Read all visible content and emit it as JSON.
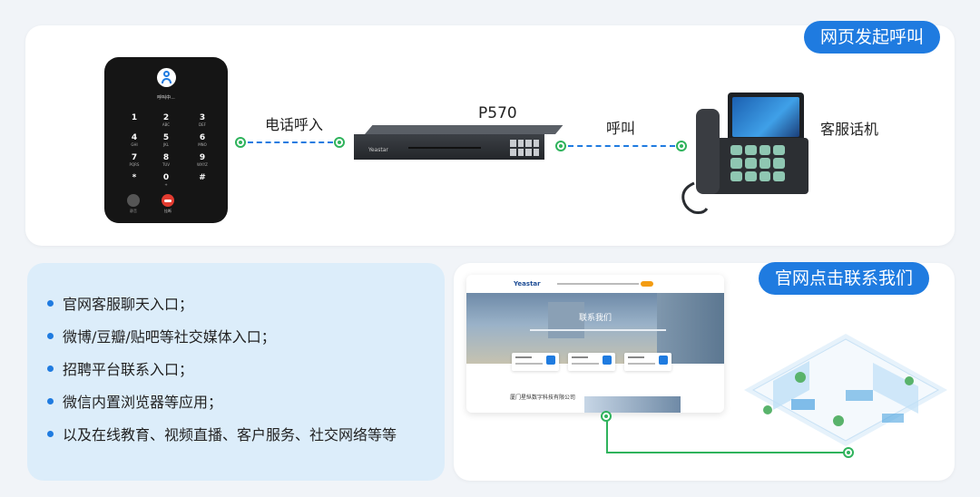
{
  "top": {
    "tag": "网页发起呼叫",
    "label_call_in": "电话呼入",
    "device_name": "P570",
    "label_call": "呼叫",
    "label_agent_phone": "客服话机"
  },
  "phone_screen": {
    "status": "呼叫中...",
    "keys": [
      {
        "n": "1",
        "s": ""
      },
      {
        "n": "2",
        "s": "ABC"
      },
      {
        "n": "3",
        "s": "DEF"
      },
      {
        "n": "4",
        "s": "GHI"
      },
      {
        "n": "5",
        "s": "JKL"
      },
      {
        "n": "6",
        "s": "MNO"
      },
      {
        "n": "7",
        "s": "PQRS"
      },
      {
        "n": "8",
        "s": "TUV"
      },
      {
        "n": "9",
        "s": "WXYZ"
      },
      {
        "n": "*",
        "s": ""
      },
      {
        "n": "0",
        "s": "+"
      },
      {
        "n": "#",
        "s": ""
      }
    ],
    "left_action": "静音",
    "hangup": "挂断"
  },
  "device": {
    "brand": "Yeastar"
  },
  "bullets": [
    "官网客服聊天入口；",
    "微博/豆瓣/贴吧等社交媒体入口；",
    "招聘平台联系入口；",
    "微信内置浏览器等应用；",
    "以及在线教育、视频直播、客户服务、社交网络等等"
  ],
  "bottom": {
    "tag": "官网点击联系我们",
    "web_logo": "Yeastar",
    "web_hero_title": "联系我们",
    "web_company": "厦门星纵数字科技有限公司"
  },
  "colors": {
    "accent": "#1f7be0",
    "node": "#2fb35c",
    "bullet_bg": "#dcedfa"
  }
}
